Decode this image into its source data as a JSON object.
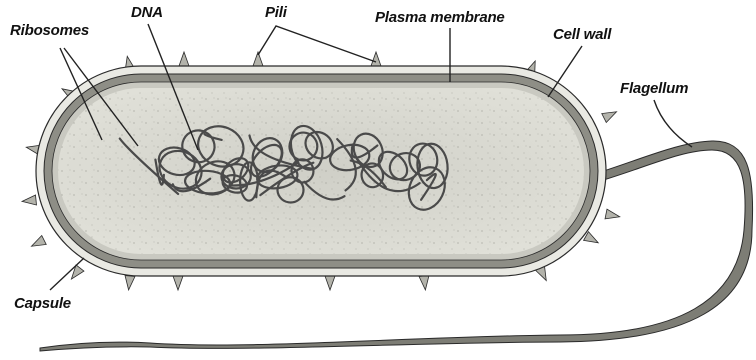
{
  "labels": {
    "ribosomes": "Ribosomes",
    "dna": "DNA",
    "pili": "Pili",
    "plasma_membrane": "Plasma membrane",
    "cell_wall": "Cell wall",
    "flagellum": "Flagellum",
    "capsule": "Capsule"
  },
  "colors": {
    "capsule": "#e9e9e3",
    "cell_wall": "#8e8e86",
    "membrane": "#c9c9c1",
    "cytoplasm": "#d8d8d0",
    "dna": "#4a4a4a",
    "flagellum": "#7d7d75",
    "pili": "#b3b3ab",
    "leader_line": "#222222"
  }
}
